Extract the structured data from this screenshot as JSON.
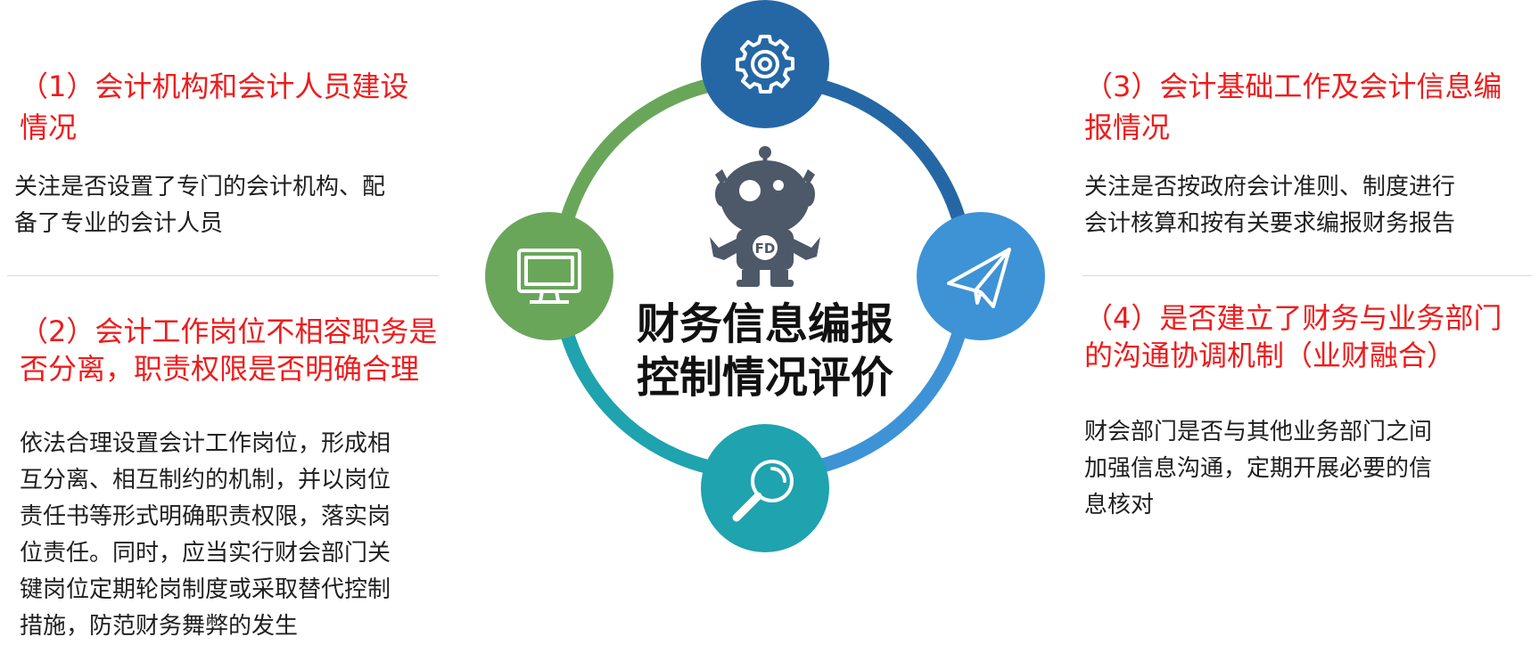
{
  "center": {
    "title_line1": "财务信息编报",
    "title_line2": "控制情况评价",
    "robot_badge": "FD"
  },
  "icons": {
    "top": "gear-icon",
    "left": "monitor-icon",
    "right": "paper-plane-icon",
    "bottom": "magnifier-icon",
    "center": "robot-mascot-icon"
  },
  "colors": {
    "heading": "#ee1c1c",
    "body_text": "#1f1f1f",
    "green": "#69a65a",
    "dark_blue": "#2567a5",
    "light_blue": "#3d93d6",
    "teal": "#1fa3ae",
    "robot": "#4d5869"
  },
  "sections": [
    {
      "heading": "（1）会计机构和会计人员建设情况",
      "heading_lines": [
        "（1）会计机构和会计人员建设",
        "情况"
      ],
      "lines": [
        "关注是否设置了专门的会计机构、配",
        "备了专业的会计人员"
      ]
    },
    {
      "heading": "（2）会计工作岗位不相容职务是否分离，职责权限是否明确合理",
      "heading_lines": [
        "（2）会计工作岗位不相容职务是",
        "否分离，职责权限是否明确合理"
      ],
      "lines": [
        "依法合理设置会计工作岗位，形成相",
        "互分离、相互制约的机制，并以岗位",
        "责任书等形式明确职责权限，落实岗",
        "位责任。同时，应当实行财会部门关",
        "键岗位定期轮岗制度或采取替代控制",
        "措施，防范财务舞弊的发生"
      ]
    },
    {
      "heading": "（3）会计基础工作及会计信息编报情况",
      "heading_lines": [
        "（3）会计基础工作及会计信息编",
        "报情况"
      ],
      "lines": [
        "关注是否按政府会计准则、制度进行",
        "会计核算和按有关要求编报财务报告"
      ]
    },
    {
      "heading": "（4）是否建立了财务与业务部门的沟通协调机制（业财融合）",
      "heading_lines": [
        "（4）是否建立了财务与业务部门",
        "的沟通协调机制（业财融合）"
      ],
      "lines": [
        "财会部门是否与其他业务部门之间",
        "加强信息沟通，定期开展必要的信",
        "息核对"
      ]
    }
  ]
}
